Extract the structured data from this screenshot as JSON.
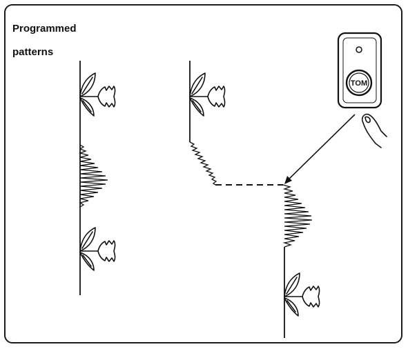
{
  "panel": {
    "title_line1": "Programmed",
    "title_line2": "patterns"
  },
  "device": {
    "button_label": "TOM"
  },
  "colors": {
    "ink": "#111111",
    "background": "#ffffff"
  },
  "icons": [
    "flower-motif",
    "satin-zigzag",
    "control-button",
    "finger-pointer"
  ]
}
